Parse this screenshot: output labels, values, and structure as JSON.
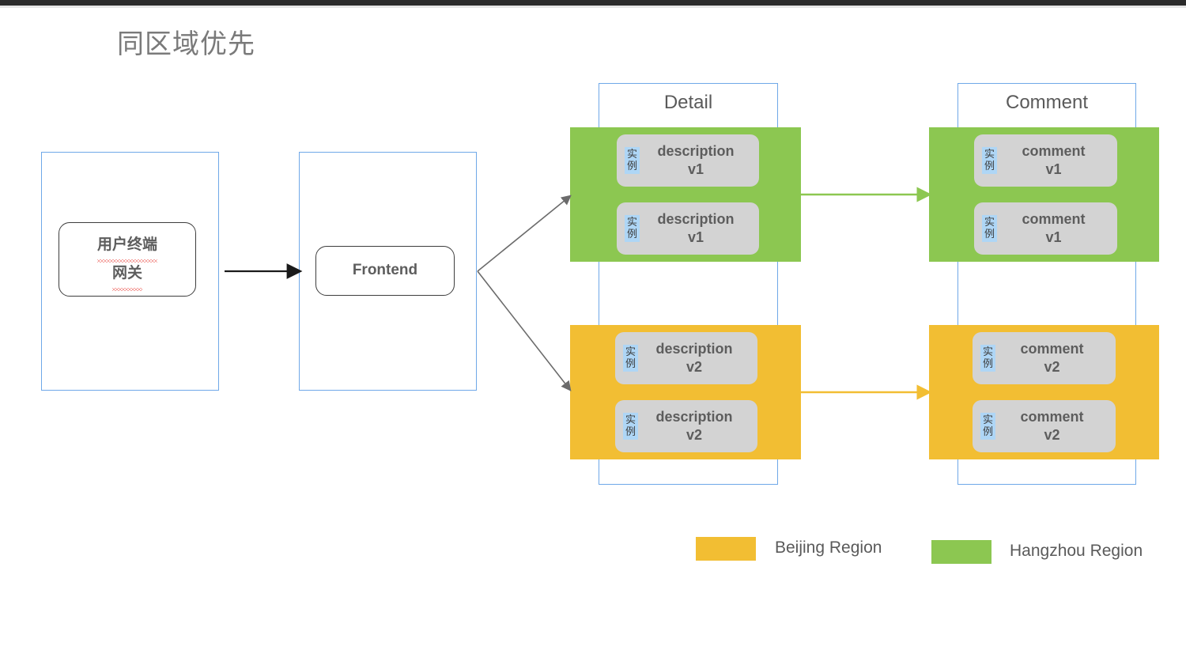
{
  "page": {
    "title": "同区域优先",
    "background": "#ffffff",
    "top_bar_color": "#2b2b2b"
  },
  "colors": {
    "hangzhou_green": "#8CC751",
    "beijing_yellow": "#F2BE33",
    "container_border_blue": "#6fa8e8",
    "instance_card_gray": "#d3d3d3",
    "instance_tag_blue": "#AED6F6",
    "text_gray": "#5d5d5d",
    "arrow_black": "#1a1a1a",
    "arrow_gray": "#6b6b6b"
  },
  "nodes": {
    "client_gateway": {
      "line1": "用户终端",
      "line2": "网关",
      "spellcheck_underline": true
    },
    "frontend": {
      "label": "Frontend"
    }
  },
  "groups": [
    {
      "name": "detail",
      "title": "Detail",
      "bands": [
        {
          "region": "hangzhou",
          "color": "#8CC751",
          "instances": [
            {
              "tag": "实例",
              "line1": "description",
              "line2": "v1"
            },
            {
              "tag": "实例",
              "line1": "description",
              "line2": "v1"
            }
          ]
        },
        {
          "region": "beijing",
          "color": "#F2BE33",
          "instances": [
            {
              "tag": "实例",
              "line1": "description",
              "line2": "v2"
            },
            {
              "tag": "实例",
              "line1": "description",
              "line2": "v2"
            }
          ]
        }
      ]
    },
    {
      "name": "comment",
      "title": "Comment",
      "bands": [
        {
          "region": "hangzhou",
          "color": "#8CC751",
          "instances": [
            {
              "tag": "实例",
              "line1": "comment",
              "line2": "v1"
            },
            {
              "tag": "实例",
              "line1": "comment",
              "line2": "v1"
            }
          ]
        },
        {
          "region": "beijing",
          "color": "#F2BE33",
          "instances": [
            {
              "tag": "实例",
              "line1": "comment",
              "line2": "v2"
            },
            {
              "tag": "实例",
              "line1": "comment",
              "line2": "v2"
            }
          ]
        }
      ]
    }
  ],
  "legend": {
    "items": [
      {
        "label": "Beijing Region",
        "color": "#F2BE33"
      },
      {
        "label": "Hangzhou Region",
        "color": "#8CC751"
      }
    ]
  },
  "connections": [
    {
      "from": "client_gateway",
      "to": "frontend",
      "color": "#1a1a1a",
      "style": "solid"
    },
    {
      "from": "frontend",
      "to": "detail_hangzhou",
      "color": "#6b6b6b",
      "style": "solid"
    },
    {
      "from": "frontend",
      "to": "detail_beijing",
      "color": "#6b6b6b",
      "style": "solid"
    },
    {
      "from": "detail_hangzhou",
      "to": "comment_hangzhou",
      "color": "#8CC751",
      "style": "solid"
    },
    {
      "from": "detail_beijing",
      "to": "comment_beijing",
      "color": "#F2BE33",
      "style": "solid"
    }
  ]
}
